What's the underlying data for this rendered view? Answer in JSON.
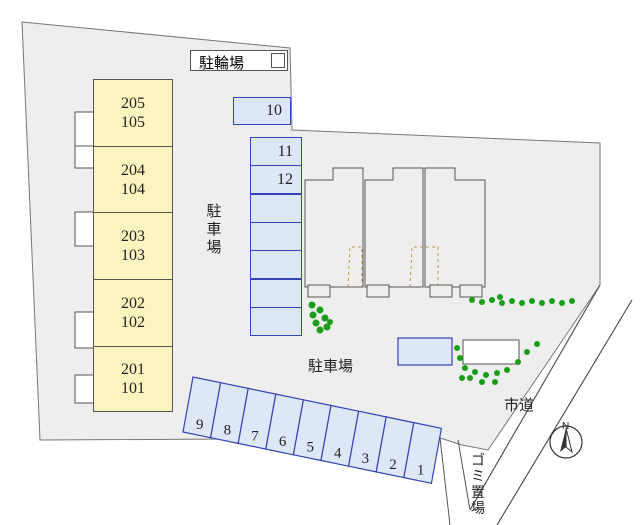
{
  "units": [
    {
      "upper": "205",
      "lower": "105"
    },
    {
      "upper": "204",
      "lower": "104"
    },
    {
      "upper": "203",
      "lower": "103"
    },
    {
      "upper": "202",
      "lower": "102"
    },
    {
      "upper": "201",
      "lower": "101"
    }
  ],
  "spaces": {
    "bottom_row": [
      "9",
      "8",
      "7",
      "6",
      "5",
      "4",
      "3",
      "2",
      "1"
    ],
    "column_top": "10",
    "column": [
      "11",
      "12",
      "",
      "",
      "",
      "",
      ""
    ]
  },
  "labels": {
    "bicycle_parking": "駐輪場",
    "parking_vertical": "駐車場",
    "parking_center": "駐車場",
    "city_road": "市道",
    "garbage": "ゴミ置場",
    "north": "N"
  },
  "colors": {
    "lot": "#eeeeee",
    "building": "#fbf3c0",
    "parking_fill": "#dde7f7",
    "parking_border": "#3543b8",
    "trees": "#1a9e1a"
  }
}
